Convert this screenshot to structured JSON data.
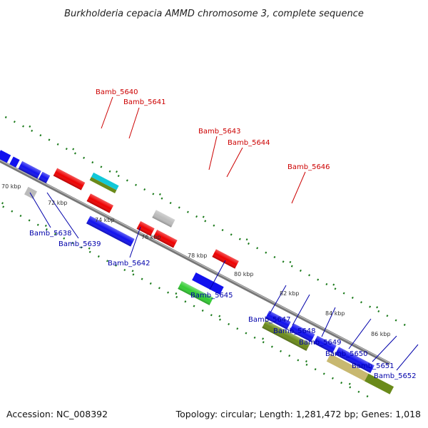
{
  "title": "Burkholderia cepacia AMMD chromosome 3, complete sequence",
  "footer": {
    "accession": "Accession: NC_008392",
    "summary": "Topology: circular; Length: 1,281,472 bp; Genes: 1,018"
  },
  "colors": {
    "label_red": "#cc0000",
    "label_blue": "#0000aa",
    "backbone": "#8a8a8a",
    "tick": "#1a7a1a"
  },
  "kbp_labels": [
    "70 kbp",
    "72 kbp",
    "74 kbp",
    "76 kbp",
    "78 kbp",
    "80 kbp",
    "82 kbp",
    "84 kbp",
    "86 kbp"
  ],
  "gene_labels": {
    "upper": [
      "Bamb_5640",
      "Bamb_5641",
      "Bamb_5643",
      "Bamb_5644",
      "Bamb_5646"
    ],
    "lower": [
      "Bamb_5638",
      "Bamb_5639",
      "Bamb_5642",
      "Bamb_5645",
      "Bamb_5647",
      "Bamb_5648",
      "Bamb_5649",
      "Bamb_5650",
      "Bamb_5651",
      "Bamb_5652"
    ]
  }
}
